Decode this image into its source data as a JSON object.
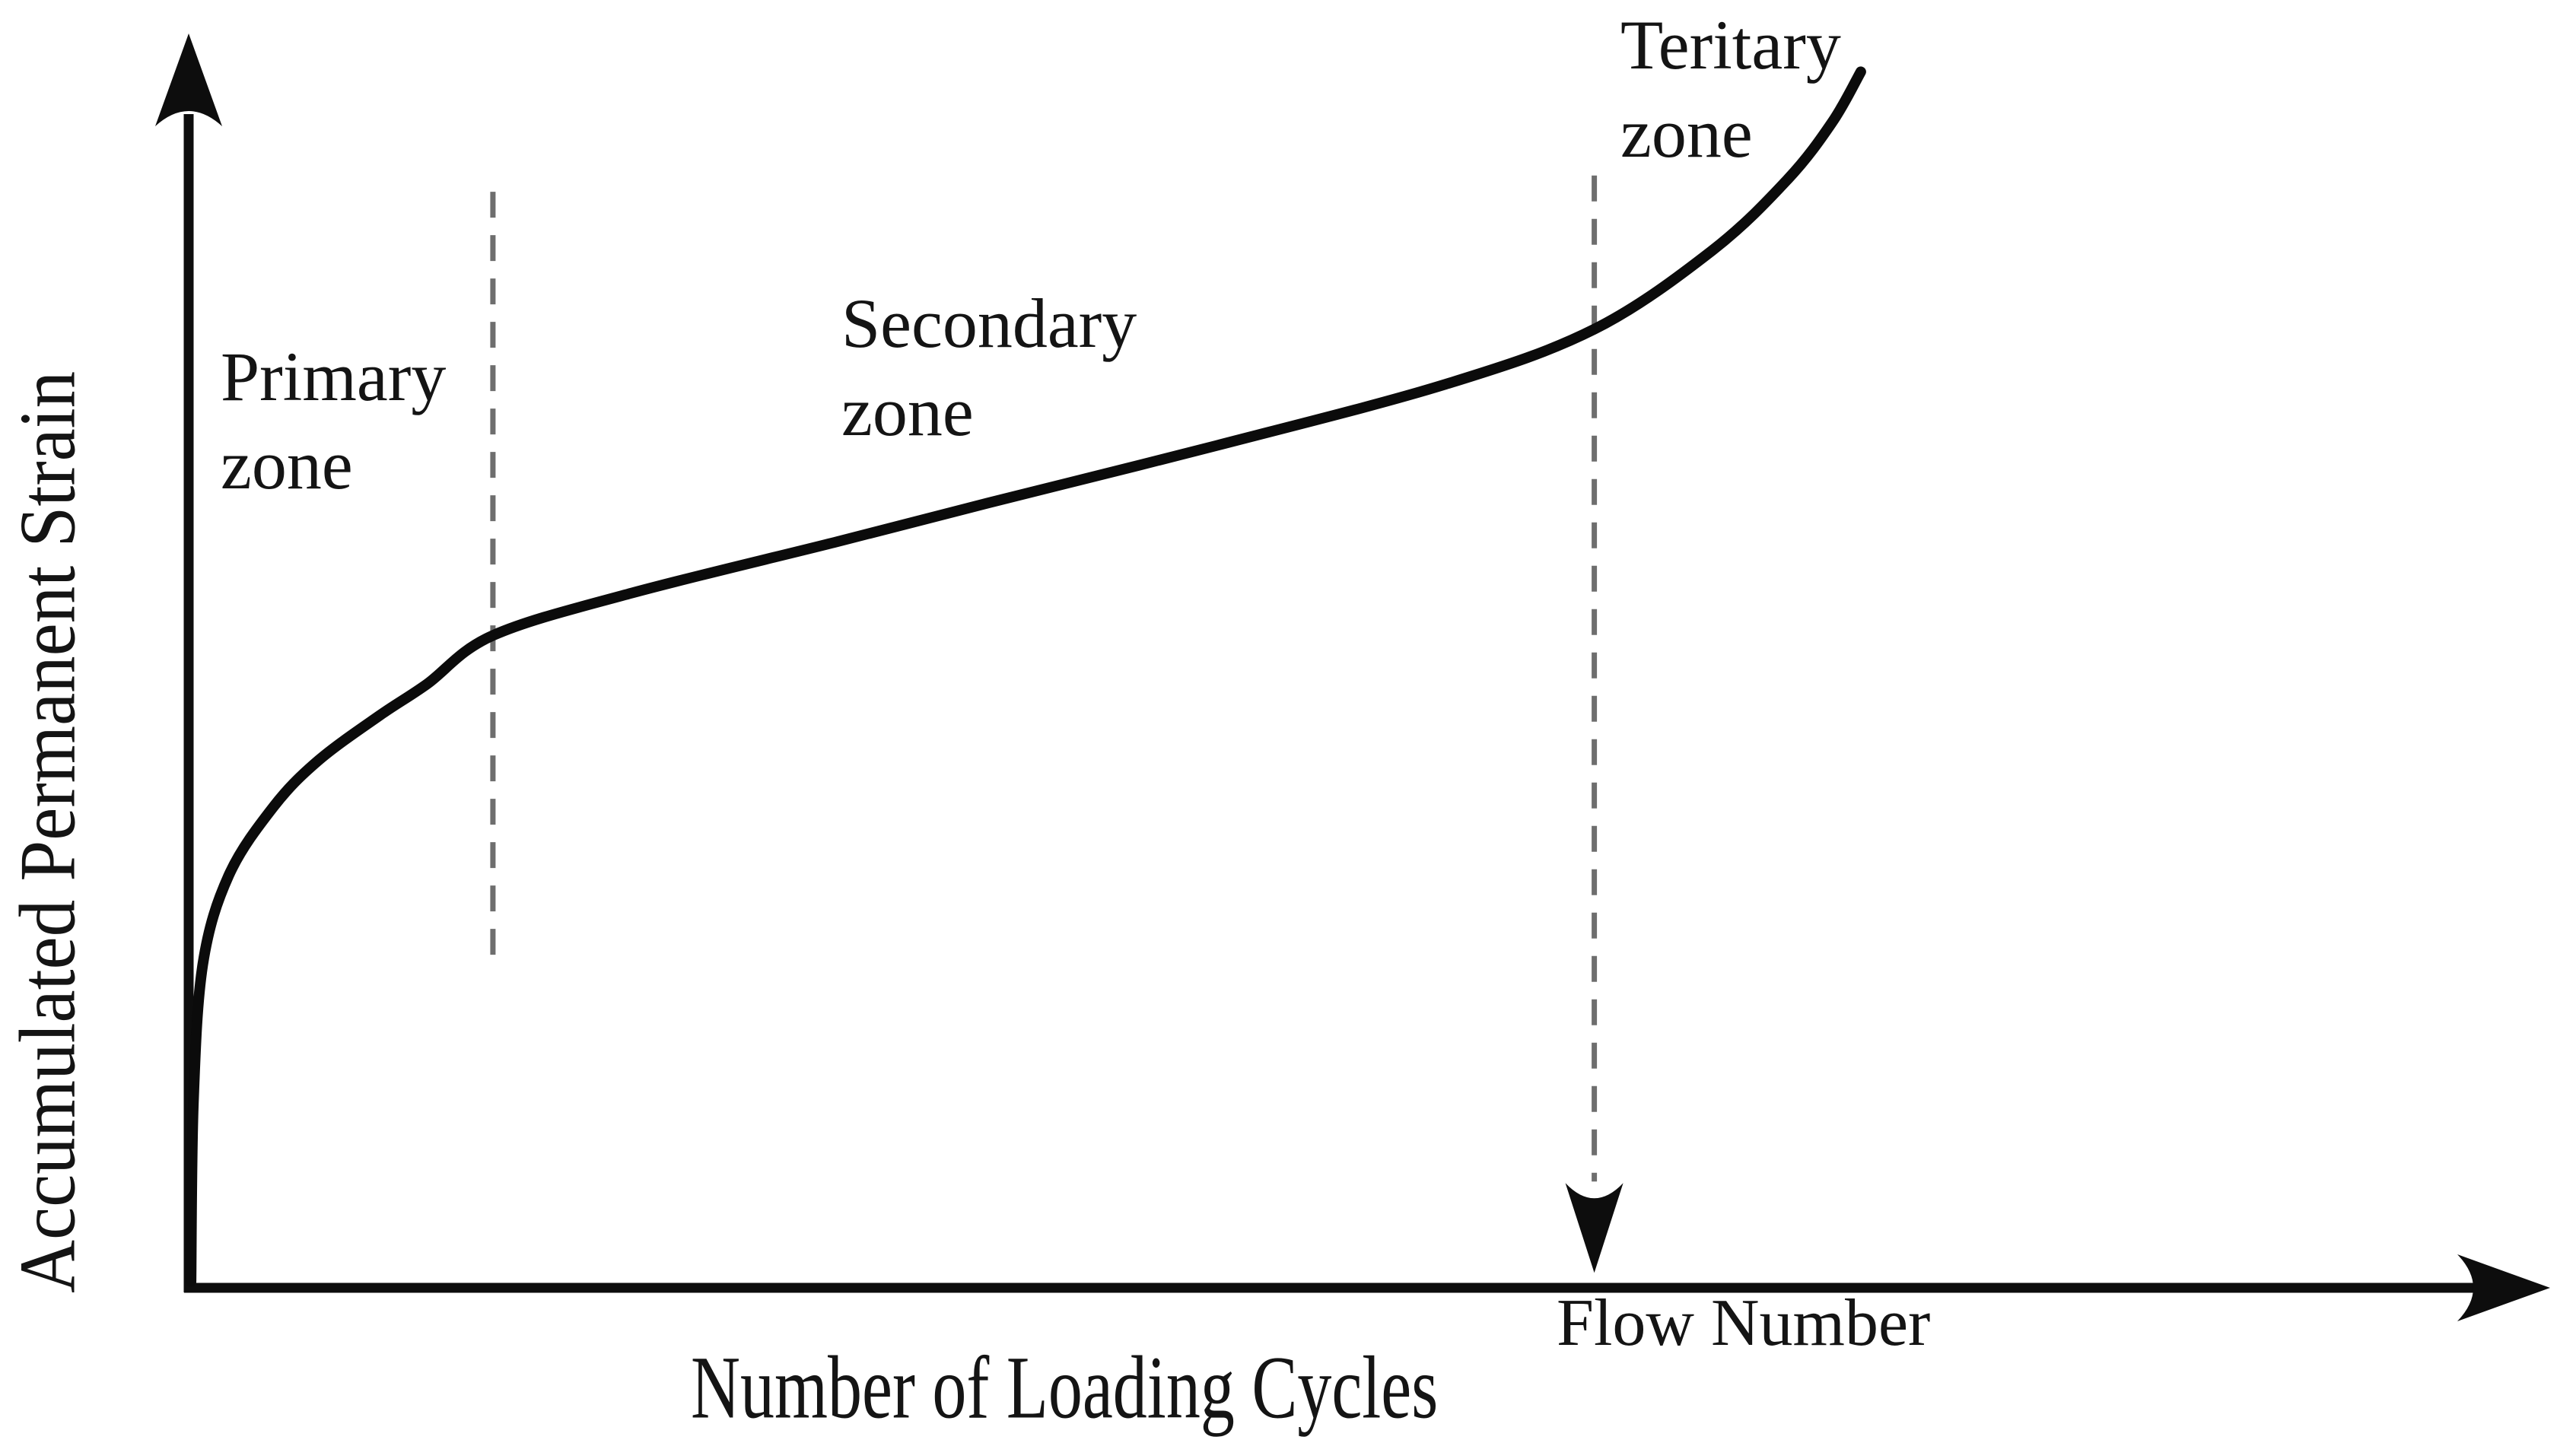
{
  "figure": {
    "background": "#ffffff",
    "ink_color": "#0d0d0d",
    "dash_color": "#6e6e6e"
  },
  "labels": {
    "y_axis": "Accumulated Permanent Strain",
    "x_axis": "Number of Loading Cycles",
    "primary_zone": "Primary\nzone",
    "secondary_zone": "Secondary\nzone",
    "tertiary_zone": "Teritary\nzone",
    "flow_number": "Flow Number"
  },
  "chart_data": {
    "type": "line",
    "title": "",
    "xlabel": "Number of Loading Cycles",
    "ylabel": "Accumulated Permanent Strain",
    "axes_numeric": false,
    "grid": false,
    "legend": false,
    "x_range_percent": [
      0,
      100
    ],
    "y_range_percent": [
      0,
      100
    ],
    "series": [
      {
        "name": "Accumulated permanent strain",
        "x": [
          0.1,
          0.2,
          0.6,
          1.7,
          3.6,
          5.5,
          8.1,
          10.1,
          12.9,
          18.8,
          27.5,
          33.9,
          43.6,
          53.3,
          59.6,
          64.6,
          67.8,
          69.7,
          70.9
        ],
        "y": [
          0.5,
          14.8,
          25.9,
          33.0,
          38.5,
          42.2,
          45.8,
          48.3,
          52.2,
          55.6,
          59.7,
          62.8,
          67.4,
          72.3,
          76.7,
          83.0,
          88.7,
          93.3,
          97.3
        ]
      }
    ],
    "zones": [
      {
        "label": "Primary zone",
        "x_start": 0,
        "x_end": 12.9
      },
      {
        "label": "Secondary zone",
        "x_start": 12.9,
        "x_end": 59.6
      },
      {
        "label": "Teritary zone",
        "x_start": 59.6,
        "x_end": 100
      }
    ],
    "zone_boundaries": [
      {
        "x": 12.9,
        "style": "dashed",
        "y_top": 87.7,
        "y_bottom": 25.6,
        "arrow": false
      },
      {
        "x": 59.6,
        "style": "dashed",
        "y_top": 89.0,
        "y_bottom": 1.2,
        "arrow": "down",
        "label": "Flow Number"
      }
    ]
  }
}
